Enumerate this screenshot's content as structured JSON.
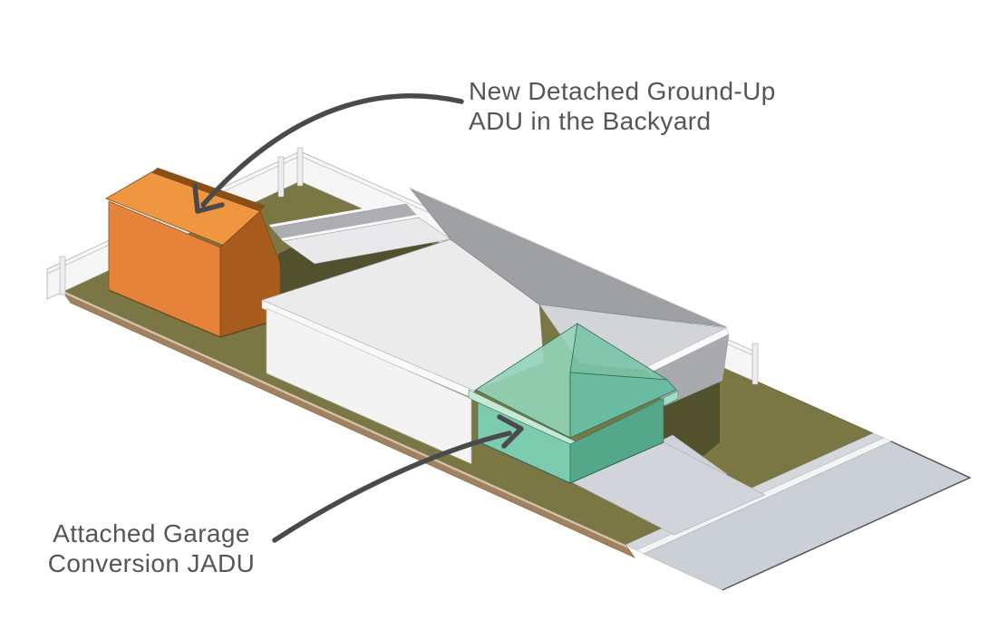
{
  "annotations": {
    "adu": {
      "line1": "New Detached Ground-Up",
      "line2": "ADU in the Backyard"
    },
    "jadu": {
      "line1": "Attached Garage",
      "line2": "Conversion JADU"
    }
  },
  "scene": {
    "elements": [
      "main-house",
      "detached-adu",
      "attached-garage-jadu",
      "backyard-lawn",
      "front-lawn",
      "perimeter-fence",
      "driveway",
      "sidewalk",
      "street"
    ]
  },
  "colors": {
    "text": "#55565A",
    "arrow": "#4A4A4C",
    "grass": "#7A7744",
    "grassShadow": "#52512D",
    "dirt": "#A2815F",
    "dirtEdge": "#CFC3AD",
    "sidewalk": "#D4D8DD",
    "curb": "#F4F4F4",
    "street": "#CBD0D7",
    "pavementPad": "#CDD2D8",
    "driveway": "#D1D5DB",
    "fence": "#F6F6F7",
    "fencePost": "#EDEDEF",
    "houseWall": "#F3F3F4",
    "houseWallShadow": "#A9AAAD",
    "fascia": "#F9F9FA",
    "roofLight": "#EBEBEC",
    "roofDark": "#9EA0A4",
    "roofMid": "#D3D4D7",
    "rearBand": "#ACAEB1",
    "rearTop": "#E9E9EB",
    "aduRidge": "#8A4F16",
    "aduRoof": "#F09540",
    "aduWall": "#E7823A",
    "aduGable": "#A85C1E",
    "jaduA": "#93D4B9",
    "jaduB": "#79C5A8",
    "jaduC": "#6ABBA0",
    "jaduFasciaL": "#C6E8D7",
    "jaduFasciaR": "#9FDCC4",
    "jaduWallL": "#7CCBAF",
    "jaduWallR": "#55A78A"
  }
}
